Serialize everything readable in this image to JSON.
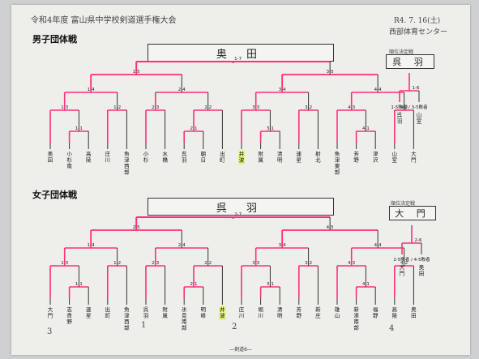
{
  "header": {
    "title": "令和4年度 富山県中学校剣道選手権大会",
    "date": "R4. 7. 16(土)",
    "venue": "西部体育センター"
  },
  "boys": {
    "section_title": "男子団体戦",
    "winner": "奥 田",
    "final_match": "1-7",
    "semis": [
      "1-5",
      "3-5"
    ],
    "quarters": [
      "1-4",
      "2-4",
      "3-4",
      "4-4"
    ],
    "r2": [
      "1-3",
      "1-2",
      "2-3",
      "2-2",
      "3-3",
      "3-2",
      "4-3",
      "4-2"
    ],
    "r1": [
      "1-1",
      "2-1",
      "3-1",
      "4-1"
    ],
    "teams": [
      "奥田",
      "小杉南",
      "高陵",
      "庄川",
      "魚津西部",
      "小杉",
      "水橋",
      "呉羽",
      "朝日",
      "出町",
      "井波",
      "附属",
      "清明",
      "速星",
      "射北",
      "魚津東部",
      "芳野",
      "津沢",
      "山室",
      "大門"
    ],
    "placement_title": "順位決定戦",
    "placement_winner": "呉 羽",
    "placement_match": "1-6",
    "placement_note": "1-5敗者 / 3-5敗者",
    "placement_left": "呉羽",
    "placement_right": "山室"
  },
  "girls": {
    "section_title": "女子団体戦",
    "winner": "呉 羽",
    "final_match": "2-7",
    "semis": [
      "2-5",
      "4-5"
    ],
    "quarters": [
      "1-4",
      "2-4",
      "3-4",
      "4-4"
    ],
    "r2": [
      "1-3",
      "1-2",
      "2-3",
      "2-2",
      "3-3",
      "3-2",
      "4-3",
      "4-2"
    ],
    "r1": [
      "1-1",
      "2-1",
      "3-1",
      "4-1"
    ],
    "teams": [
      "大門",
      "志貴野",
      "速星",
      "出町",
      "魚津西部",
      "呉羽",
      "附属",
      "氷見南部",
      "明峰",
      "井波",
      "庄川",
      "堀川",
      "清明",
      "芳野",
      "新庄",
      "雄山",
      "新湊南部",
      "福野",
      "高陵",
      "奥田"
    ],
    "placement_title": "順位決定戦",
    "placement_winner": "大 門",
    "placement_match": "2-6",
    "placement_note": "2-5敗者 / 4-5敗者",
    "placement_left": "大門",
    "placement_right": "奥田"
  },
  "page_numbers": [
    "3",
    "1",
    "2",
    "4"
  ],
  "footer": "—剣道6—",
  "colors": {
    "highlight_line": "#ff2d7a",
    "line": "#333333",
    "marker": "#e6f57a"
  }
}
